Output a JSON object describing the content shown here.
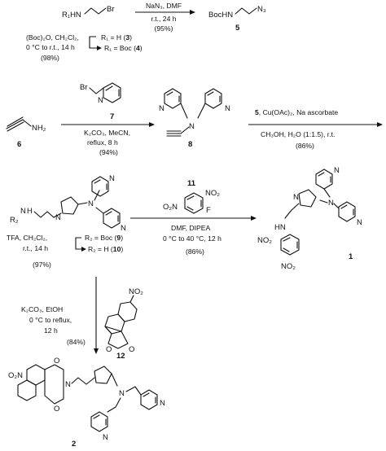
{
  "step1": {
    "reagent": "NaN₃, DMF",
    "conditions": "r.t., 24 h",
    "yield": "(95%)",
    "product_label": "BocHN",
    "product_number": "5"
  },
  "start": {
    "r1_label": "R₁HN",
    "br_label": "Br",
    "protect_reagent": "(Boc)₂O, CH₂Cl₂,",
    "protect_conditions": "0 °C to r.t., 14 h",
    "protect_yield": "(98%)",
    "r1_h": "R₁ = H (",
    "r1_h_num": "3",
    "r1_boc": "R₁ = Boc (",
    "r1_boc_num": "4",
    "close": ")"
  },
  "step2": {
    "amine_label": "NH₂",
    "amine_number": "6",
    "bromide_label": "Br",
    "bromide_number": "7",
    "conditions_1": "K₂CO₃, MeCN,",
    "conditions_2": "reflux, 8 h",
    "yield": "(94%)",
    "product_n": "N",
    "product_number": "8"
  },
  "step3": {
    "reagent": "Cu(OAc)₂, Na ascorbate",
    "reagent_num": "5",
    "solvent": "CH₃OH, H₂O (1:1.5), r.t.",
    "yield": "(86%)"
  },
  "intermediate": {
    "r2_label": "R₂",
    "nh_label": "N",
    "h_label": "H",
    "n_label": "N",
    "deprotect_1": "TFA, CH₂Cl₂,",
    "deprotect_2": "r.t., 14 h",
    "deprotect_yield": "(97%)",
    "r2_boc": "R₂ = Boc (",
    "r2_boc_num": "9",
    "r2_h": "R₂ = H (",
    "r2_h_num": "10",
    "close": ")"
  },
  "step4": {
    "reagent_number": "11",
    "no2_1": "NO₂",
    "no2_2": "O₂N",
    "f_label": "F",
    "conditions_1": "DMF, DIPEA",
    "conditions_2": "0 °C to 40 °C, 12 h",
    "yield": "(86%)"
  },
  "product1": {
    "hn_label": "HN",
    "no2_1": "NO₂",
    "no2_2": "NO₂",
    "n_label": "N",
    "number": "1"
  },
  "step5": {
    "conditions_1": "K₂CO₃, EtOH",
    "conditions_2": "0 °C to reflux,",
    "conditions_3": "12 h",
    "yield": "(84%)",
    "no2_label": "NO₂",
    "o_label": "O",
    "reagent_number": "12"
  },
  "product2": {
    "o2n_label": "O₂N",
    "n_label": "N",
    "o_label": "O",
    "number": "2"
  }
}
